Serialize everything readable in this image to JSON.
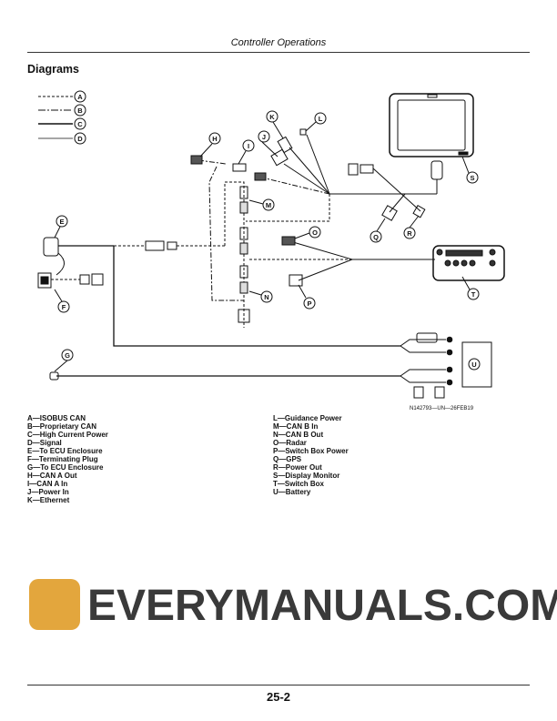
{
  "header": {
    "title": "Controller Operations"
  },
  "section": {
    "title": "Diagrams"
  },
  "callouts": {
    "A": "A",
    "B": "B",
    "C": "C",
    "D": "D",
    "E": "E",
    "F": "F",
    "G": "G",
    "H": "H",
    "I": "I",
    "J": "J",
    "K": "K",
    "L": "L",
    "M": "M",
    "N": "N",
    "O": "O",
    "P": "P",
    "Q": "Q",
    "R": "R",
    "S": "S",
    "T": "T",
    "U": "U",
    "small": "C"
  },
  "figure_id": "N142793—UN—26FEB19",
  "legend_left": [
    "A—ISOBUS CAN",
    "B—Proprietary CAN",
    "C—High Current Power",
    "D—Signal",
    "E—To ECU Enclosure",
    "F—Terminating Plug",
    "G—To ECU Enclosure",
    "H—CAN A Out",
    "I—CAN A In",
    "J—Power In",
    "K—Ethernet"
  ],
  "legend_right": [
    "L—Guidance Power",
    "M—CAN B In",
    "N—CAN B Out",
    "O—Radar",
    "P—Switch Box Power",
    "Q—GPS",
    "R—Power Out",
    "S—Display Monitor",
    "T—Switch Box",
    "U—Battery"
  ],
  "watermark": {
    "text": "EVERYMANUALS.COM",
    "color": "#e3a63d"
  },
  "footer": {
    "page_number": "25-2"
  }
}
